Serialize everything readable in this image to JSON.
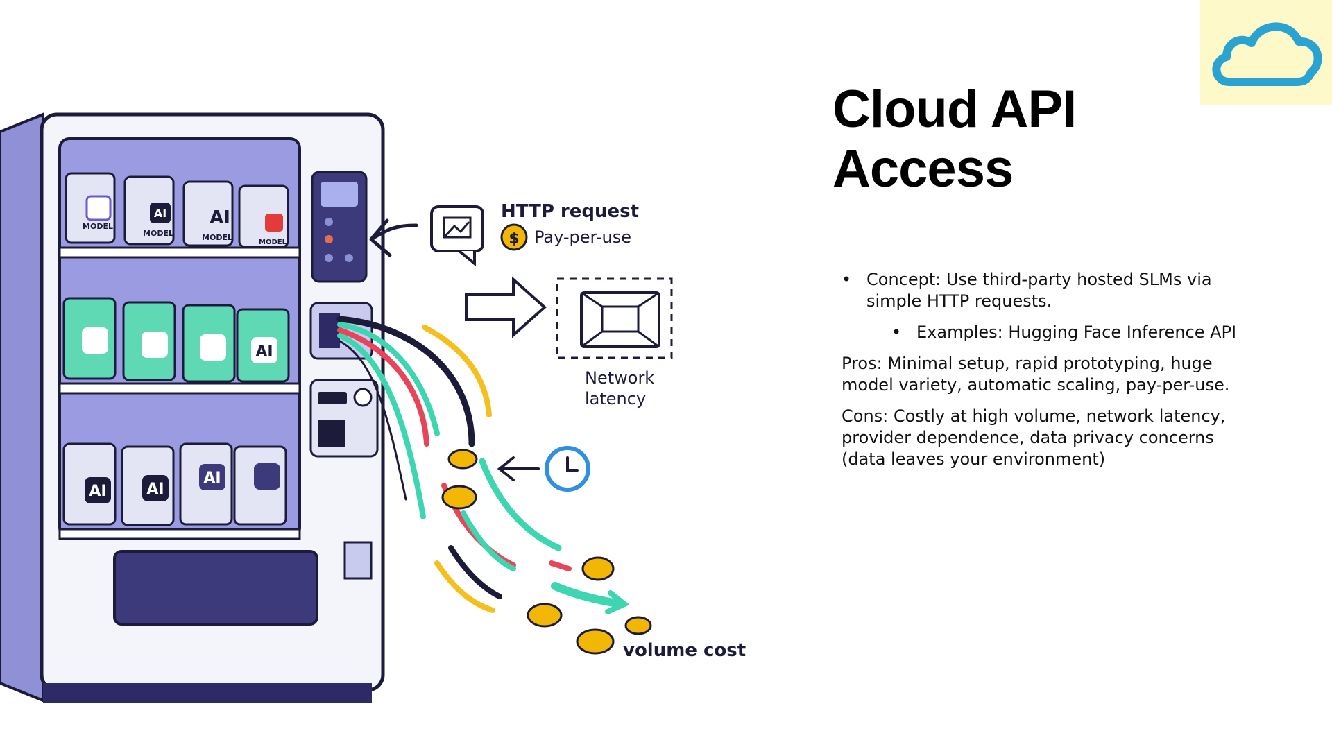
{
  "slide": {
    "title_lines": [
      "Cloud API",
      "Access"
    ],
    "bullets": [
      {
        "level": 1,
        "text": "Concept: Use third-party hosted SLMs via simple HTTP requests."
      },
      {
        "level": 2,
        "text": "Examples: Hugging Face Inference API"
      }
    ],
    "paragraphs": [
      "Pros: Minimal setup, rapid prototyping, huge model variety, automatic scaling, pay-per-use.",
      "Cons: Costly at high volume, network latency, provider dependence, data privacy concerns (data leaves your environment)"
    ],
    "corner_icon": "cloud-icon"
  },
  "illustration": {
    "labels": {
      "http_request": "HTTP request",
      "pay_per_use": "Pay-per-use",
      "network_latency": [
        "Network",
        "latency"
      ],
      "volume_cost": "volume cost"
    },
    "model_tags": [
      "MODEL",
      "MODEL",
      "MODEL",
      "MODEL"
    ],
    "logo_text": "AI",
    "coin_symbol": "$",
    "colors": {
      "machine": "#8f90d6",
      "machine_dark": "#2e2a66",
      "panel": "#3d3a7c",
      "card_gray": "#e4e5f4",
      "card_green": "#5fd8b4",
      "coin": "#f2b705",
      "stream_green": "#3ed6b0",
      "stream_red": "#e8445a",
      "stream_yellow": "#f4c020",
      "stream_navy": "#1c1b3a",
      "clock": "#2f8fe0",
      "cloud": "#2aa3d0",
      "cloud_bg": "#fdf9c8"
    }
  }
}
